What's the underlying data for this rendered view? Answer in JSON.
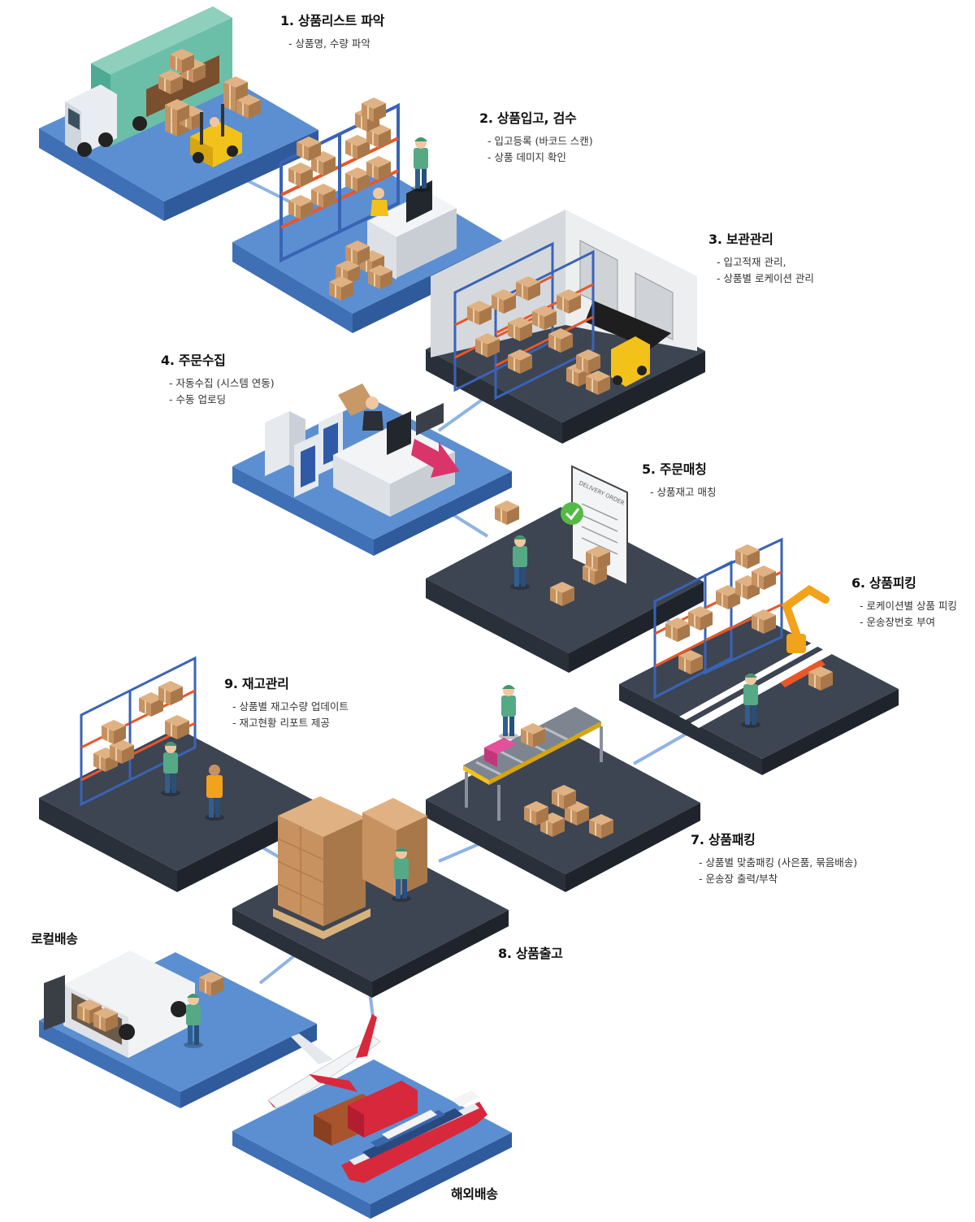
{
  "steps": [
    {
      "title": "1. 상품리스트 파악",
      "items": [
        "상품명, 수량 파악"
      ]
    },
    {
      "title": "2. 상품입고, 검수",
      "items": [
        "입고등록 (바코드 스캔)",
        "상품 데미지 확인"
      ]
    },
    {
      "title": "3. 보관관리",
      "items": [
        "입고적재 관리,",
        "상품별 로케이션 관리"
      ]
    },
    {
      "title": "4. 주문수집",
      "items": [
        "자동수집 (시스템 연동)",
        "수동 업로딩"
      ]
    },
    {
      "title": "5. 주문매칭",
      "items": [
        "상품재고 매칭"
      ]
    },
    {
      "title": "6. 상품피킹",
      "items": [
        "로케이션별 상품 피킹",
        "운송장번호 부여"
      ]
    },
    {
      "title": "7. 상품패킹",
      "items": [
        "상품별 맞춤패킹 (사은품, 묶음배송)",
        "운송장 출력/부착"
      ]
    },
    {
      "title": "8. 상품출고",
      "items": []
    },
    {
      "title": "9. 재고관리",
      "items": [
        "상품별 재고수량 업데이트",
        "재고현황 리포트 제공"
      ]
    }
  ],
  "delivery": {
    "local": "로컬배송",
    "overseas": "해외배송"
  },
  "illustration_text": {
    "delivery_order": "DELIVERY ORDER"
  },
  "colors": {
    "blue_top": "#5b8fd1",
    "blue_side": "#3f6fb5",
    "dark_top": "#3d4552",
    "dark_side": "#2a303a",
    "connector": "#8fb4e2",
    "rack": "#3a63b5",
    "beam": "#e8572a",
    "box": "#c99867",
    "forklift": "#f2c21b",
    "worker": "#55a985",
    "accent_pink": "#d9356b"
  }
}
